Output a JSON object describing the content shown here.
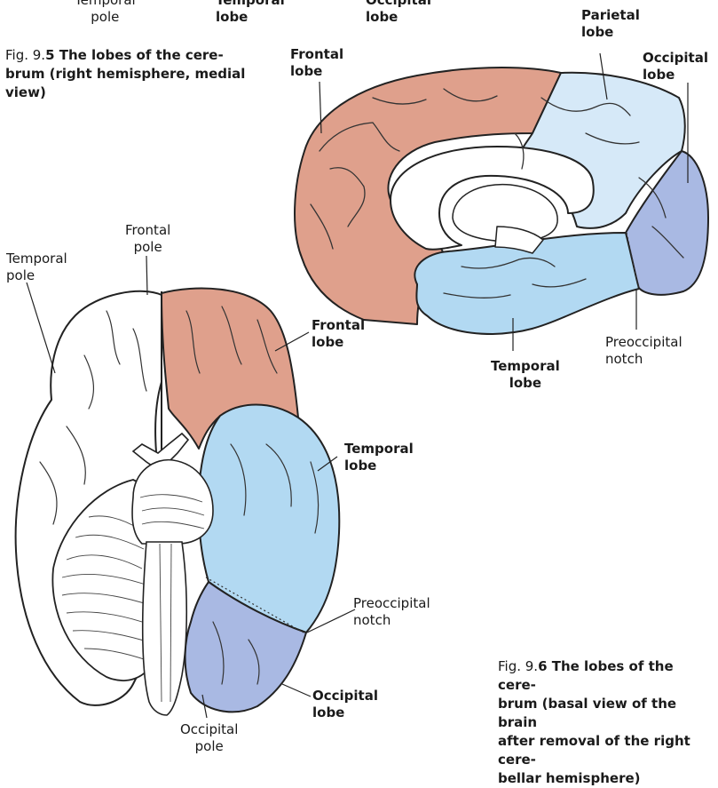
{
  "top_cut": {
    "temporal_pole": [
      "Temporal",
      "pole"
    ],
    "temporal_lobe": [
      "Temporal",
      "lobe"
    ],
    "occipital_lobe": [
      "Occipital",
      "lobe"
    ]
  },
  "fig5": {
    "caption_prefix": "Fig. 9.",
    "caption_bold": "5 The lobes of the cerebrum (right hemisphere, medial view)",
    "caption_lines": [
      "brum (right hemisphere, medial",
      "view)"
    ],
    "labels": {
      "frontal_lobe": [
        "Frontal",
        "lobe"
      ],
      "parietal_lobe": [
        "Parietal",
        "lobe"
      ],
      "occipital_lobe": [
        "Occipital",
        "lobe"
      ],
      "temporal_lobe": [
        "Temporal",
        "lobe"
      ],
      "preoccipital_notch": [
        "Preoccipital",
        "notch"
      ]
    }
  },
  "fig6": {
    "caption_prefix": "Fig. 9.",
    "caption_first_bold": "6 The lobes of the cere-",
    "caption_lines": [
      "brum (basal view of the brain",
      "after removal of the right cere-",
      "bellar hemisphere)"
    ],
    "labels": {
      "frontal_pole": [
        "Frontal",
        "pole"
      ],
      "temporal_pole": [
        "Temporal",
        "pole"
      ],
      "frontal_lobe": [
        "Frontal",
        "lobe"
      ],
      "temporal_lobe": [
        "Temporal",
        "lobe"
      ],
      "preoccipital_notch": [
        "Preoccipital",
        "notch"
      ],
      "occipital_lobe": [
        "Occipital",
        "lobe"
      ],
      "occipital_pole": [
        "Occipital",
        "pole"
      ]
    }
  },
  "colors": {
    "frontal": "#dfa08c",
    "parietal": "#d6e9f8",
    "occipital": "#a9b9e3",
    "temporal": "#b2d9f2",
    "white": "#ffffff",
    "outline": "#222222"
  }
}
